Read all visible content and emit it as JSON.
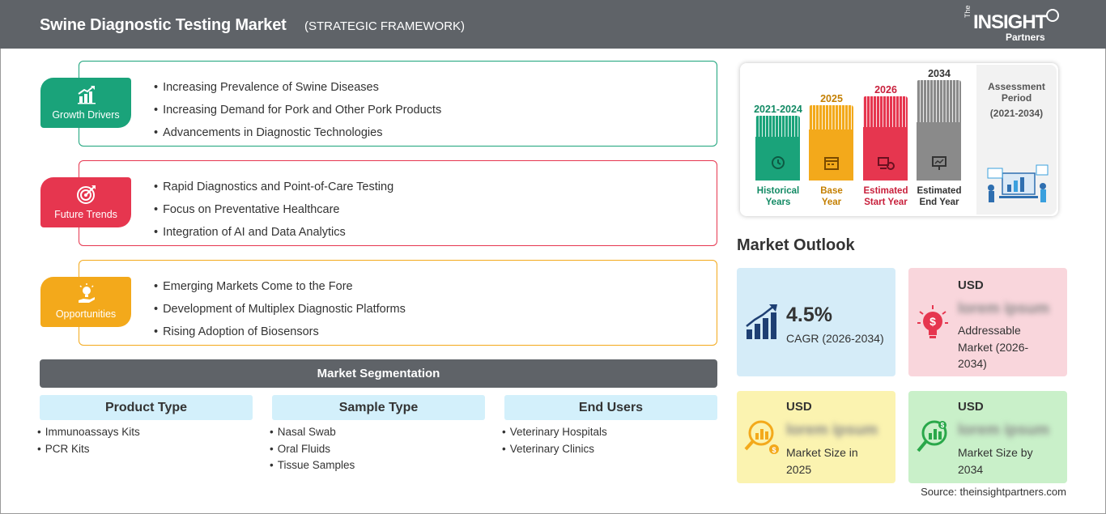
{
  "header": {
    "title": "Swine Diagnostic Testing Market",
    "subtitle": "(STRATEGIC FRAMEWORK)",
    "logo": {
      "the": "The",
      "insight": "INSIGHT",
      "partners": "Partners"
    }
  },
  "colors": {
    "growth": "#1aa37a",
    "trends": "#e6364f",
    "opportunities": "#f3a91b",
    "header_bg": "#5f6368"
  },
  "framework": [
    {
      "label": "Growth Drivers",
      "icon": "growth-chart-icon",
      "items": [
        "Increasing Prevalence of Swine Diseases",
        "Increasing Demand for Pork and Other Pork Products",
        "Advancements in Diagnostic Technologies"
      ]
    },
    {
      "label": "Future Trends",
      "icon": "target-icon",
      "items": [
        "Rapid Diagnostics and Point-of-Care Testing",
        "Focus on Preventative Healthcare",
        "Integration of AI and Data Analytics"
      ]
    },
    {
      "label": "Opportunities",
      "icon": "idea-hand-icon",
      "items": [
        "Emerging Markets Come to the Fore",
        "Development of Multiplex Diagnostic Platforms",
        "Rising Adoption of Biosensors"
      ]
    }
  ],
  "segmentation": {
    "title": "Market Segmentation",
    "columns": [
      {
        "head": "Product Type",
        "items": [
          "Immunoassays Kits",
          "PCR Kits"
        ]
      },
      {
        "head": "Sample Type",
        "items": [
          "Nasal Swab",
          "Oral Fluids",
          "Tissue Samples"
        ]
      },
      {
        "head": "End Users",
        "items": [
          "Veterinary Hospitals",
          "Veterinary Clinics"
        ]
      }
    ]
  },
  "timeline": {
    "bars": [
      {
        "year": "2021-2024",
        "caption": [
          "Historical",
          "Years"
        ],
        "color": "#1aa37a",
        "icon": "history-clock-icon"
      },
      {
        "year": "2025",
        "caption": [
          "Base",
          "Year"
        ],
        "color": "#f3a91b",
        "icon": "calendar-icon"
      },
      {
        "year": "2026",
        "caption": [
          "Estimated",
          "Start Year"
        ],
        "color": "#e6364f",
        "icon": "forecast-start-icon"
      },
      {
        "year": "2034",
        "caption": [
          "Estimated",
          "End Year"
        ],
        "color": "#8a8a8a",
        "icon": "presentation-icon"
      }
    ],
    "assessment": {
      "label": [
        "Assessment",
        "Period"
      ],
      "range": "(2021-2034)"
    }
  },
  "outlook": {
    "title": "Market Outlook",
    "cagr": {
      "value": "4.5%",
      "label": "CAGR (2026-2034)"
    },
    "addressable": {
      "currency": "USD",
      "value": "lorem ipsum",
      "label": [
        "Addressable",
        "Market (2026-",
        "2034)"
      ]
    },
    "size_2025": {
      "currency": "USD",
      "value": "lorem ipsum",
      "label": [
        "Market Size in",
        "2025"
      ]
    },
    "size_2034": {
      "currency": "USD",
      "value": "lorem ipsum",
      "label": [
        "Market Size by",
        "2034"
      ]
    }
  },
  "source": "Source: theinsightpartners.com"
}
